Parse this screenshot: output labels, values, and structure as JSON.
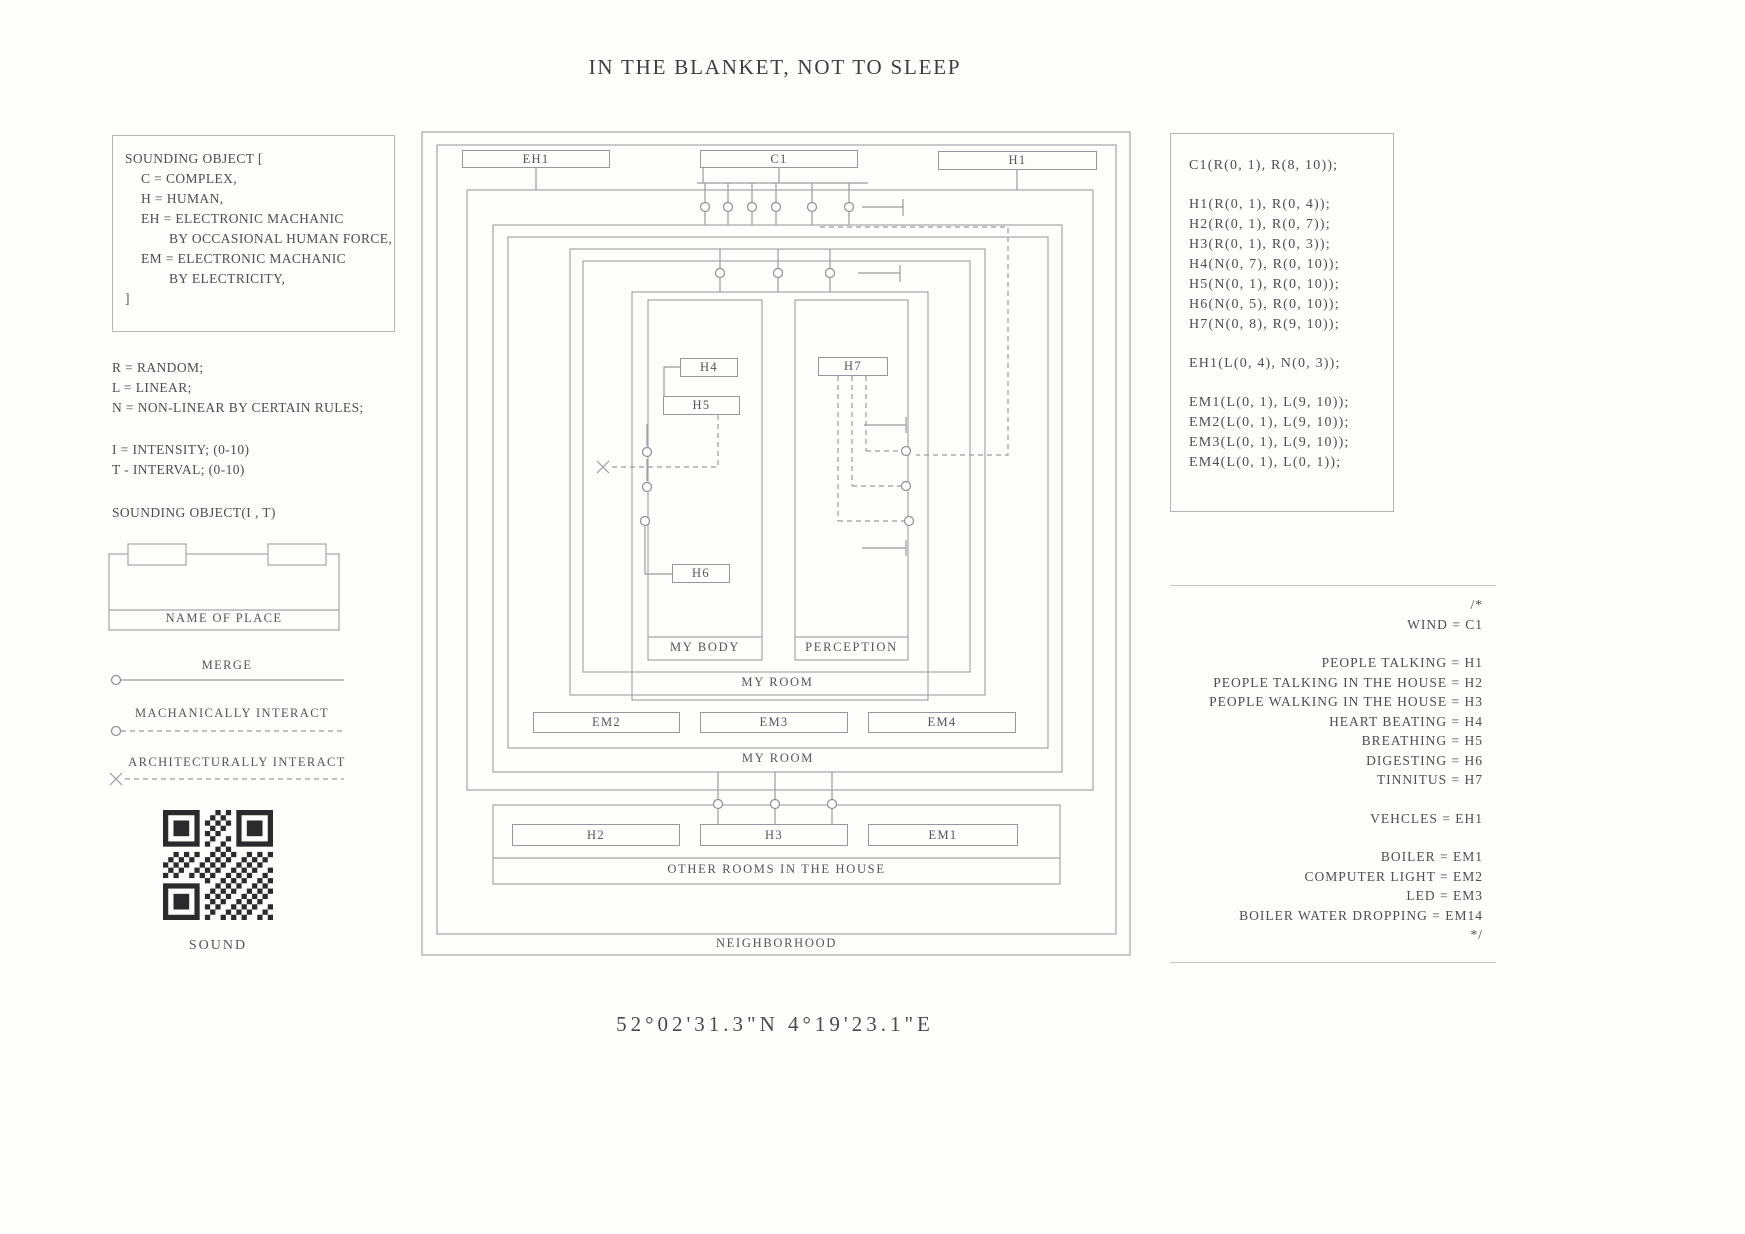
{
  "title": "IN THE BLANKET, NOT TO SLEEP",
  "coordinates": "52°02'31.3\"N 4°19'23.1\"E",
  "legend_box": {
    "header": "SOUNDING OBJECT [",
    "c": "C = COMPLEX,",
    "h": "H = HUMAN,",
    "eh_a": "EH = ELECTRONIC MACHANIC",
    "eh_b": "BY OCCASIONAL HUMAN FORCE,",
    "em_a": "EM = ELECTRONIC MACHANIC",
    "em_b": "BY ELECTRICITY,",
    "close": "]"
  },
  "definitions": {
    "random": "R = RANDOM;",
    "linear": "L = LINEAR;",
    "nonlinear": "N = NON-LINEAR BY CERTAIN RULES;",
    "intensity": "I = INTENSITY; (0-10)",
    "interval": "T - INTERVAL; (0-10)",
    "signature": "SOUNDING OBJECT(I , T)"
  },
  "symbols": {
    "name_of_place": "NAME OF PLACE",
    "merge": "MERGE",
    "mechanically_interact": "MACHANICALLY INTERACT",
    "architecturally_interact": "ARCHITECTURALLY INTERACT",
    "sound": "SOUND"
  },
  "diagram": {
    "eh1": "EH1",
    "c1": "C1",
    "h1": "H1",
    "h4": "H4",
    "h5": "H5",
    "h6": "H6",
    "h7": "H7",
    "my_body": "MY BODY",
    "perception": "PERCEPTION",
    "my_room_inner": "MY ROOM",
    "my_room_outer": "MY ROOM",
    "em2": "EM2",
    "em3": "EM3",
    "em4": "EM4",
    "h2": "H2",
    "h3": "H3",
    "em1": "EM1",
    "other_rooms": "OTHER ROOMS IN THE HOUSE",
    "neighborhood": "NEIGHBORHOOD"
  },
  "code_panel": {
    "c1": "C1(R(0, 1), R(8, 10));",
    "h1": "H1(R(0, 1), R(0, 4));",
    "h2": "H2(R(0, 1), R(0, 7));",
    "h3": "H3(R(0, 1), R(0, 3));",
    "h4": "H4(N(0, 7), R(0, 10));",
    "h5": "H5(N(0, 1), R(0, 10));",
    "h6": "H6(N(0, 5), R(0, 10));",
    "h7": "H7(N(0, 8), R(9, 10));",
    "eh1": "EH1(L(0, 4), N(0, 3));",
    "em1": "EM1(L(0, 1), L(9, 10));",
    "em2": "EM2(L(0, 1), L(9, 10));",
    "em3": "EM3(L(0, 1), L(9, 10));",
    "em4": "EM4(L(0, 1), L(0, 1));"
  },
  "mapping_panel": {
    "open": "/*",
    "wind": "WIND = C1",
    "talking": "PEOPLE TALKING = H1",
    "talking_house": "PEOPLE TALKING IN THE HOUSE = H2",
    "walking_house": "PEOPLE WALKING IN THE HOUSE = H3",
    "heart": "HEART BEATING = H4",
    "breathing": "BREATHING = H5",
    "digesting": "DIGESTING = H6",
    "tinnitus": "TINNITUS = H7",
    "vehicles": "VEHCLES = EH1",
    "boiler": "BOILER = EM1",
    "computer_light": "COMPUTER LIGHT = EM2",
    "led": "LED = EM3",
    "water_dropping": "BOILER WATER DROPPING = EM14",
    "close": "*/"
  }
}
